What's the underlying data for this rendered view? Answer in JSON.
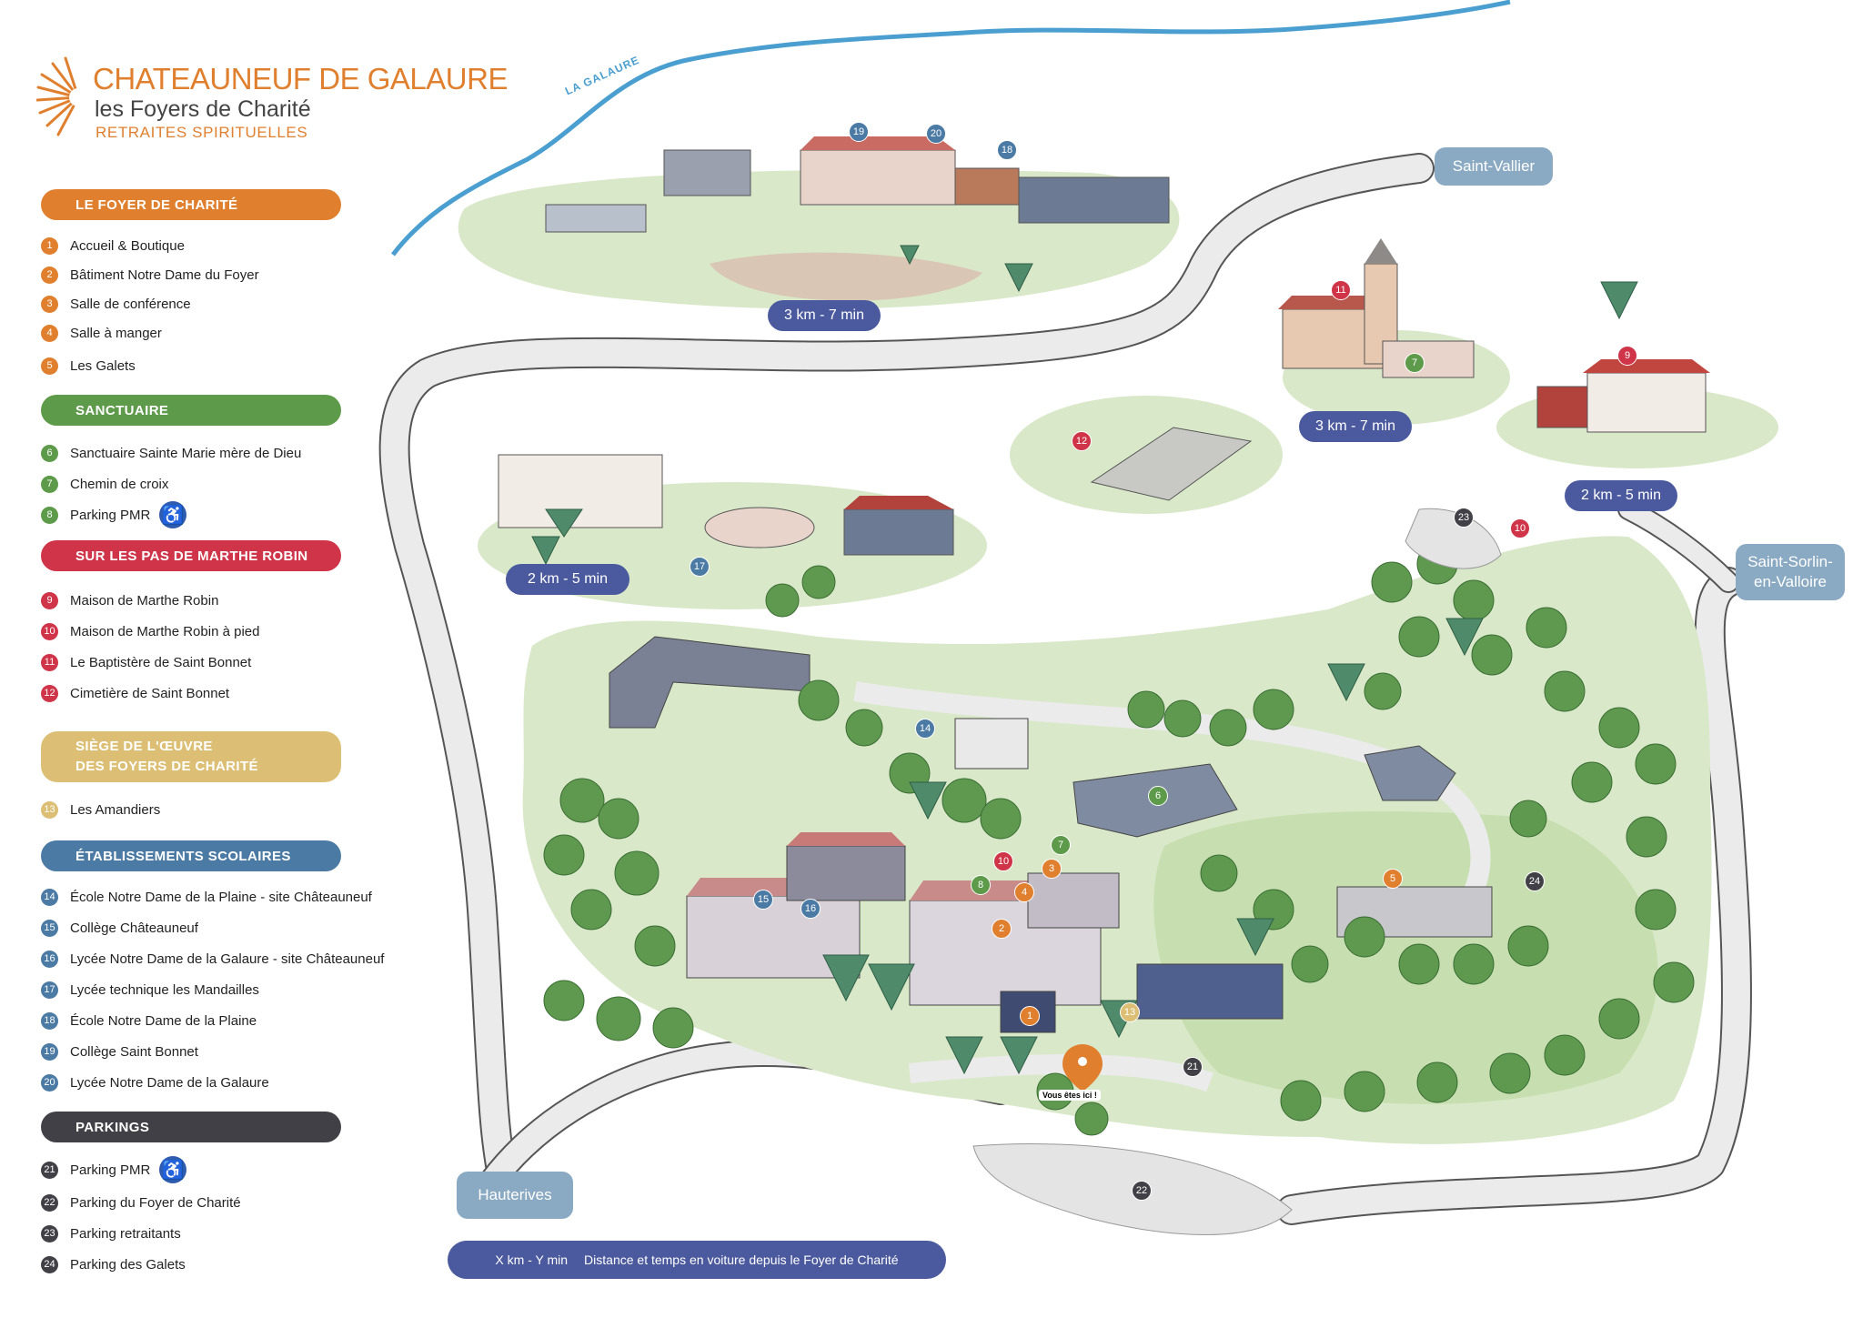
{
  "brand": {
    "title": "CHATEAUNEUF DE GALAURE",
    "subtitle": "les Foyers de Charité",
    "tagline": "RETRAITES SPIRITUELLES"
  },
  "colors": {
    "orange": "#e0802f",
    "green": "#5d9a49",
    "red": "#cf3448",
    "gold": "#dcbf74",
    "blue": "#4b7aa4",
    "dark": "#414046",
    "distance": "#4b5a9e",
    "place": "#8aa9c3",
    "river": "#4a9fd0"
  },
  "legend": {
    "foyer": {
      "label": "LE FOYER DE CHARITÉ",
      "items": [
        {
          "n": "1",
          "label": "Accueil & Boutique"
        },
        {
          "n": "2",
          "label": "Bâtiment Notre Dame du Foyer"
        },
        {
          "n": "3",
          "label": "Salle de conférence"
        },
        {
          "n": "4",
          "label": "Salle à manger"
        },
        {
          "n": "5",
          "label": "Les Galets"
        }
      ]
    },
    "sanctuaire": {
      "label": "SANCTUAIRE",
      "items": [
        {
          "n": "6",
          "label": "Sanctuaire Sainte Marie mère de Dieu"
        },
        {
          "n": "7",
          "label": "Chemin de croix"
        },
        {
          "n": "8",
          "label": "Parking PMR"
        }
      ]
    },
    "marthe": {
      "label": "SUR LES PAS DE MARTHE ROBIN",
      "items": [
        {
          "n": "9",
          "label": "Maison de Marthe Robin"
        },
        {
          "n": "10",
          "label": "Maison de Marthe Robin à pied"
        },
        {
          "n": "11",
          "label": "Le Baptistère de Saint Bonnet"
        },
        {
          "n": "12",
          "label": "Cimetière de Saint Bonnet"
        }
      ]
    },
    "siege": {
      "label1": "SIÈGE DE L'ŒUVRE",
      "label2": "DES FOYERS DE CHARITÉ",
      "items": [
        {
          "n": "13",
          "label": "Les Amandiers"
        }
      ]
    },
    "scolaires": {
      "label": "ÉTABLISSEMENTS SCOLAIRES",
      "items": [
        {
          "n": "14",
          "label": "École Notre Dame de la Plaine - site Châteauneuf"
        },
        {
          "n": "15",
          "label": "Collège Châteauneuf"
        },
        {
          "n": "16",
          "label": "Lycée Notre Dame de la Galaure - site Châteauneuf"
        },
        {
          "n": "17",
          "label": "Lycée technique les Mandailles"
        },
        {
          "n": "18",
          "label": "École Notre Dame de la Plaine"
        },
        {
          "n": "19",
          "label": "Collège Saint Bonnet"
        },
        {
          "n": "20",
          "label": "Lycée Notre Dame de la Galaure"
        }
      ]
    },
    "parkings": {
      "label": "PARKINGS",
      "items": [
        {
          "n": "21",
          "label": "Parking PMR"
        },
        {
          "n": "22",
          "label": "Parking du Foyer de Charité"
        },
        {
          "n": "23",
          "label": "Parking retraitants"
        },
        {
          "n": "24",
          "label": "Parking des Galets"
        }
      ]
    },
    "pmr_icon": "wheelchair-icon"
  },
  "map": {
    "river_label": "LA GALAURE",
    "places": {
      "saint_vallier": "Saint-Vallier",
      "saint_sorlin_1": "Saint-Sorlin-",
      "saint_sorlin_2": "en-Valloire",
      "hauterives": "Hauterives"
    },
    "distances": {
      "schools_north": "3 km - 7 min",
      "baptistere": "3 km - 7 min",
      "marthe_house": "2 km - 5 min",
      "mandailles": "2 km - 5 min"
    },
    "you_are_here": "Vous êtes ici !",
    "note_key": "X km - Y min",
    "note_text": "Distance et temps en voiture depuis le Foyer de Charité"
  }
}
